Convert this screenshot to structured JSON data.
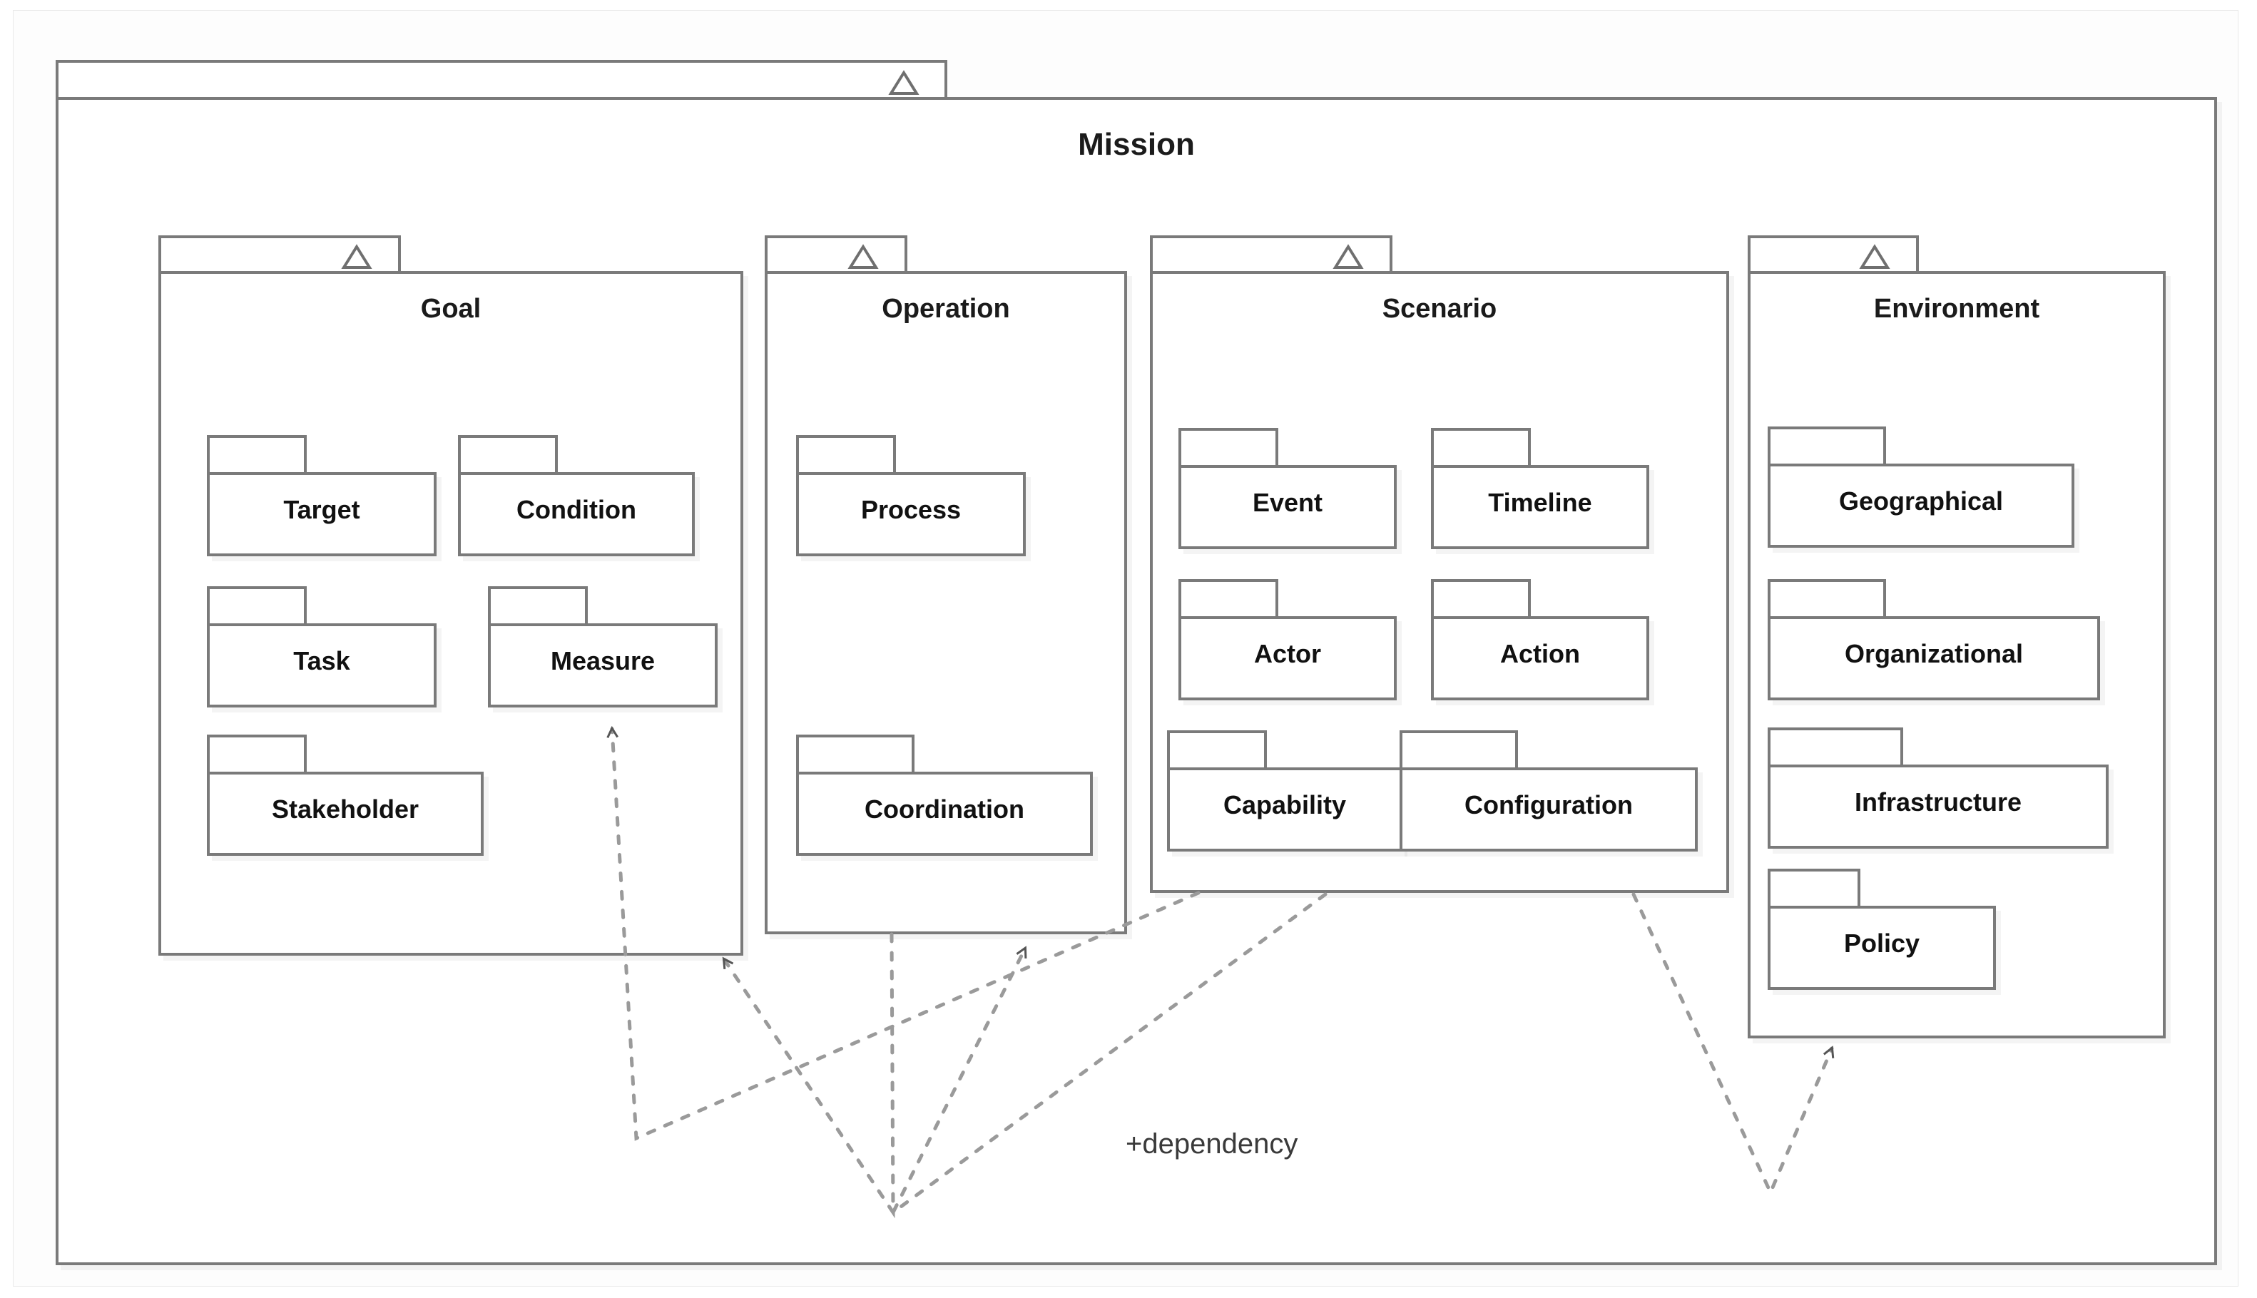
{
  "diagram": {
    "kind": "uml-package-diagram",
    "root": {
      "name": "Mission",
      "tab_icon": "triangle-icon"
    },
    "dependency_label": "+dependency",
    "colors": {
      "border": "#7a7a7a",
      "text": "#111111",
      "background": "#ffffff",
      "shadow": "rgba(0,0,0,0.045)",
      "edge": "#8c8c8c"
    },
    "packages": [
      {
        "name": "Goal",
        "tab_icon": "triangle-icon",
        "children": [
          "Target",
          "Condition",
          "Task",
          "Measure",
          "Stakeholder"
        ]
      },
      {
        "name": "Operation",
        "tab_icon": "triangle-icon",
        "children": [
          "Process",
          "Coordination"
        ]
      },
      {
        "name": "Scenario",
        "tab_icon": "triangle-icon",
        "children": [
          "Event",
          "Timeline",
          "Actor",
          "Action",
          "Capability",
          "Configuration"
        ]
      },
      {
        "name": "Environment",
        "tab_icon": "triangle-icon",
        "children": [
          "Geographical",
          "Organizational",
          "Infrastructure",
          "Policy"
        ]
      }
    ],
    "leaves": {
      "target": "Target",
      "condition": "Condition",
      "task": "Task",
      "measure": "Measure",
      "stakeholder": "Stakeholder",
      "process": "Process",
      "coordination": "Coordination",
      "event": "Event",
      "timeline": "Timeline",
      "actor": "Actor",
      "action": "Action",
      "capability": "Capability",
      "configuration": "Configuration",
      "geographical": "Geographical",
      "organizational": "Organizational",
      "infrastructure": "Infrastructure",
      "policy": "Policy"
    },
    "dependencies": [
      {
        "from": "Scenario",
        "to": "Measure",
        "stereotype": "+dependency"
      },
      {
        "from": "Operation",
        "to": "Goal",
        "stereotype": "+dependency"
      },
      {
        "from": "Scenario",
        "to": "Operation",
        "stereotype": "+dependency"
      },
      {
        "from": "Scenario",
        "to": "Environment",
        "stereotype": "+dependency"
      }
    ]
  }
}
